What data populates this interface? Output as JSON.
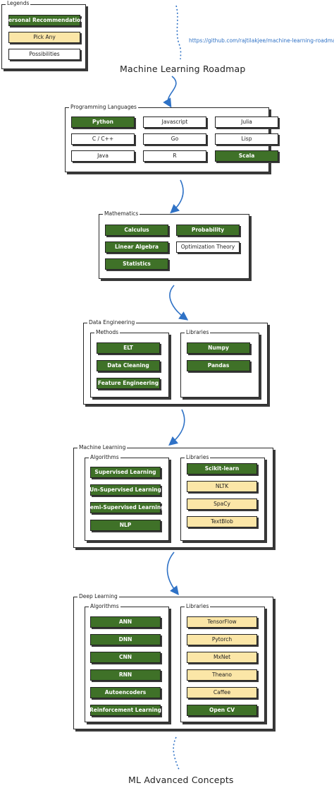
{
  "legend": {
    "label": "Legends",
    "items": [
      {
        "label": "Personal Recommendation",
        "kind": "green"
      },
      {
        "label": "Pick Any",
        "kind": "yellow"
      },
      {
        "label": "Possibilities",
        "kind": "white"
      }
    ]
  },
  "link_text": "https://github.com/rajtilakjee/machine-learning-roadmap",
  "title": "Machine Learning Roadmap",
  "footer": "ML Advanced Concepts",
  "colors": {
    "recommended": "#3f7128",
    "pick_any": "#fbe6a7",
    "possibility": "#ffffff",
    "arrow": "#2f72c6"
  },
  "programming": {
    "label": "Programming Languages",
    "items": [
      {
        "label": "Python",
        "kind": "green"
      },
      {
        "label": "Javascript",
        "kind": "white"
      },
      {
        "label": "Julia",
        "kind": "white"
      },
      {
        "label": "C / C++",
        "kind": "white"
      },
      {
        "label": "Go",
        "kind": "white"
      },
      {
        "label": "Lisp",
        "kind": "white"
      },
      {
        "label": "Java",
        "kind": "white"
      },
      {
        "label": "R",
        "kind": "white"
      },
      {
        "label": "Scala",
        "kind": "green"
      }
    ]
  },
  "mathematics": {
    "label": "Mathematics",
    "items": [
      {
        "label": "Calculus",
        "kind": "green"
      },
      {
        "label": "Probability",
        "kind": "green"
      },
      {
        "label": "Linear Algebra",
        "kind": "green"
      },
      {
        "label": "Optimization Theory",
        "kind": "white"
      },
      {
        "label": "Statistics",
        "kind": "green"
      }
    ]
  },
  "data_engineering": {
    "label": "Data Engineering",
    "methods_label": "Methods",
    "methods": [
      {
        "label": "ELT",
        "kind": "green"
      },
      {
        "label": "Data Cleaning",
        "kind": "green"
      },
      {
        "label": "Feature Engineering",
        "kind": "green"
      }
    ],
    "libraries_label": "Libraries",
    "libraries": [
      {
        "label": "Numpy",
        "kind": "green"
      },
      {
        "label": "Pandas",
        "kind": "green"
      }
    ]
  },
  "machine_learning": {
    "label": "Machine Learning",
    "algorithms_label": "Algorithms",
    "algorithms": [
      {
        "label": "Supervised Learning",
        "kind": "green"
      },
      {
        "label": "Un-Supervised Learning",
        "kind": "green"
      },
      {
        "label": "Semi-Supervised Learning",
        "kind": "green"
      },
      {
        "label": "NLP",
        "kind": "green"
      }
    ],
    "libraries_label": "Libraries",
    "libraries": [
      {
        "label": "Scikit-learn",
        "kind": "green"
      },
      {
        "label": "NLTK",
        "kind": "yellow"
      },
      {
        "label": "SpaCy",
        "kind": "yellow"
      },
      {
        "label": "TextBlob",
        "kind": "yellow"
      }
    ]
  },
  "deep_learning": {
    "label": "Deep Learning",
    "algorithms_label": "Algorithms",
    "algorithms": [
      {
        "label": "ANN",
        "kind": "green"
      },
      {
        "label": "DNN",
        "kind": "green"
      },
      {
        "label": "CNN",
        "kind": "green"
      },
      {
        "label": "RNN",
        "kind": "green"
      },
      {
        "label": "Autoencoders",
        "kind": "green"
      },
      {
        "label": "Reinforcement Learning",
        "kind": "green"
      }
    ],
    "libraries_label": "Libraries",
    "libraries": [
      {
        "label": "TensorFlow",
        "kind": "yellow"
      },
      {
        "label": "Pytorch",
        "kind": "yellow"
      },
      {
        "label": "MxNet",
        "kind": "yellow"
      },
      {
        "label": "Theano",
        "kind": "yellow"
      },
      {
        "label": "Caffee",
        "kind": "yellow"
      },
      {
        "label": "Open CV",
        "kind": "green"
      }
    ]
  }
}
